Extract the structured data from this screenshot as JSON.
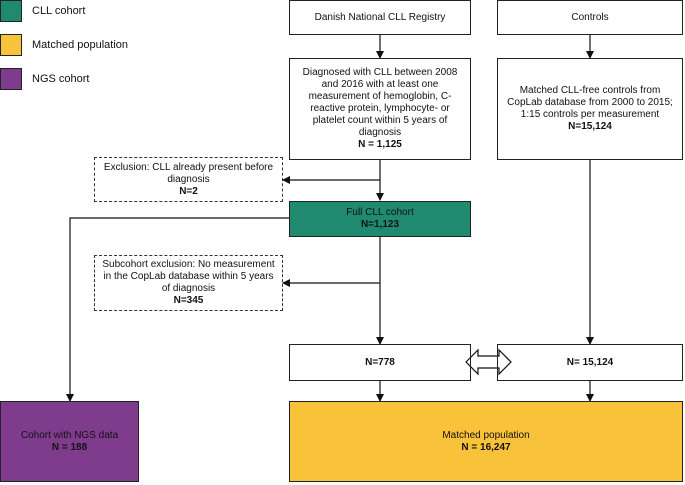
{
  "colors": {
    "cll": "#1f8a70",
    "matched": "#f8c23a",
    "ngs": "#7f3c8d",
    "line": "#111111"
  },
  "legend": [
    {
      "label": "CLL cohort",
      "color": "#1f8a70"
    },
    {
      "label": "Matched population",
      "color": "#f8c23a"
    },
    {
      "label": "NGS cohort",
      "color": "#7f3c8d"
    }
  ],
  "boxes": {
    "registry": {
      "text": "Danish National CLL Registry"
    },
    "controls": {
      "text": "Controls"
    },
    "diagnosed": {
      "text": "Diagnosed with CLL between 2008 and 2016 with at least one measurement of hemoglobin, C-reactive protein, lymphocyte- or platelet count within 5 years of diagnosis",
      "n": "N = 1,125"
    },
    "matched_controls": {
      "text": "Matched CLL-free controls from CopLab database from 2000 to 2015; 1:15 controls per measurement",
      "n": "N=15,124"
    },
    "exclusion": {
      "text": "Exclusion: CLL already present before diagnosis",
      "n": "N=2"
    },
    "full_cohort": {
      "text": "Full CLL cohort",
      "n": "N=1,123"
    },
    "subcohort_exclusion": {
      "text": "Subcohort exclusion: No measurement in the CopLab database within 5 years of diagnosis",
      "n": "N=345"
    },
    "n778": {
      "n": "N=778"
    },
    "n15124": {
      "n": "N= 15,124"
    },
    "ngs": {
      "text": "Cohort with NGS data",
      "n": "N = 188"
    },
    "matched_population": {
      "text": "Matched population",
      "n": "N = 16,247"
    }
  }
}
